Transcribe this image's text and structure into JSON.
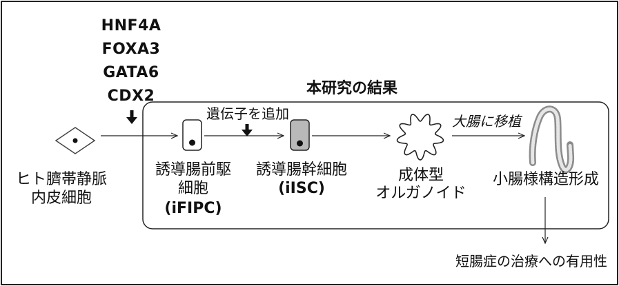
{
  "transcription_factors": [
    "HNF4A",
    "FOXA3",
    "GATA6",
    "CDX2"
  ],
  "section_title": "本研究の結果",
  "source_cell": [
    "ヒト臍帯静脈",
    "内皮細胞"
  ],
  "progenitor": {
    "lines": [
      "誘導腸前駆",
      "細胞"
    ],
    "abbr": "(iFIPC)"
  },
  "stem_cell": {
    "name": "誘導腸幹細胞",
    "abbr": "(iISC)"
  },
  "gene_step_label": "遺伝子を追加",
  "organoid": [
    "成体型",
    "オルガノイド"
  ],
  "transplant_label": "大腸に移植",
  "structure_label": "小腸様構造形成",
  "application_label": "短腸症の治療への有用性",
  "colors": {
    "line": "#222222",
    "stem_fill": "#b9b9b9",
    "tube_fill": "#cfcfcf"
  }
}
